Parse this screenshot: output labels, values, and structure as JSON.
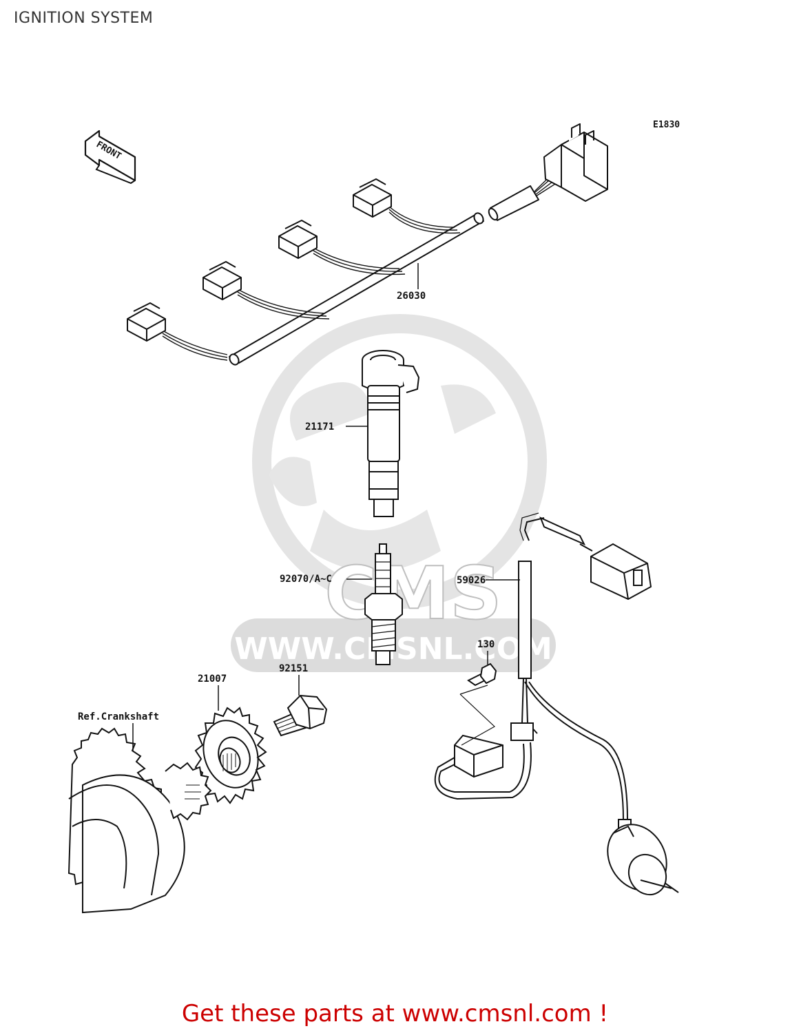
{
  "page": {
    "title": "IGNITION SYSTEM"
  },
  "diagram": {
    "code": "E1830",
    "front_arrow_text": "FRONT",
    "parts": [
      {
        "number": "26030"
      },
      {
        "number": "21171"
      },
      {
        "number": "92070/A~C"
      },
      {
        "number": "59026"
      },
      {
        "number": "130"
      },
      {
        "number": "92151"
      },
      {
        "number": "21007"
      },
      {
        "number": "Ref.Crankshaft"
      }
    ],
    "watermark": {
      "brand": "CMS",
      "url": "WWW.CMSNL.COM"
    }
  },
  "footer": {
    "cta": "Get these parts at www.cmsnl.com !"
  },
  "colors": {
    "cta": "#cc0000",
    "line": "#111111",
    "watermark": "#d9d9d9"
  }
}
